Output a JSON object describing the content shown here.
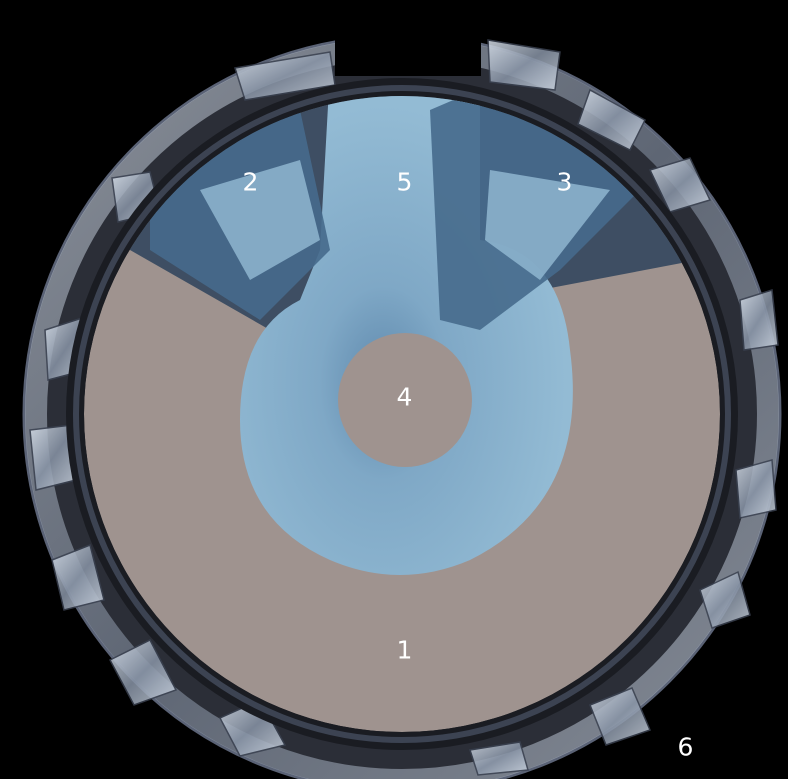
{
  "labels": {
    "region_1": "1",
    "region_2": "2",
    "region_3": "3",
    "region_4": "4",
    "region_5": "5",
    "region_6": "6"
  },
  "colors": {
    "background": "#000000",
    "chamber_floor": "#9f938f",
    "blue_volume": "#8fb6d0",
    "inlet_blue": "#466a8c",
    "outer_rim": "#24262e",
    "metal_fins": "#aab4c4",
    "label_text": "#ffffff"
  }
}
